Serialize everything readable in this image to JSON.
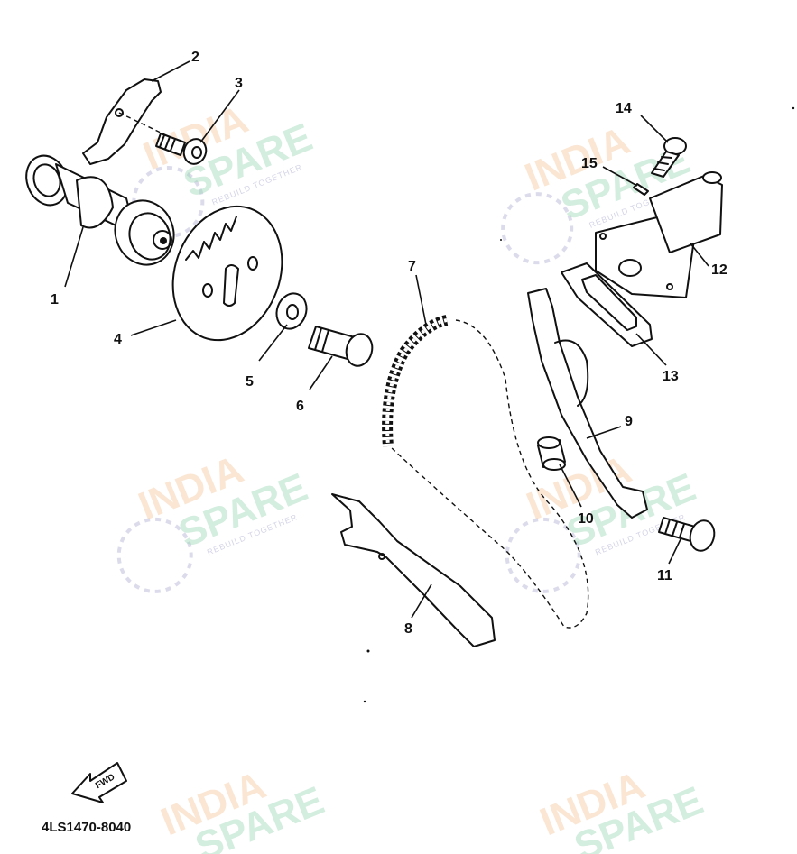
{
  "diagram": {
    "part_code": "4LS1470-8040",
    "fwd_label": "FWD",
    "callouts": [
      "1",
      "2",
      "3",
      "4",
      "5",
      "6",
      "7",
      "8",
      "9",
      "10",
      "11",
      "12",
      "13",
      "14",
      "15"
    ]
  },
  "watermark": {
    "line1": "INDIA",
    "line2": "SPARE",
    "tagline": "REBUILD TOGETHER"
  },
  "colors": {
    "ink": "#111111",
    "watermark_orange": "#f6c9a0",
    "watermark_green": "#9fd8b8",
    "watermark_blue": "#b8b8d8"
  }
}
